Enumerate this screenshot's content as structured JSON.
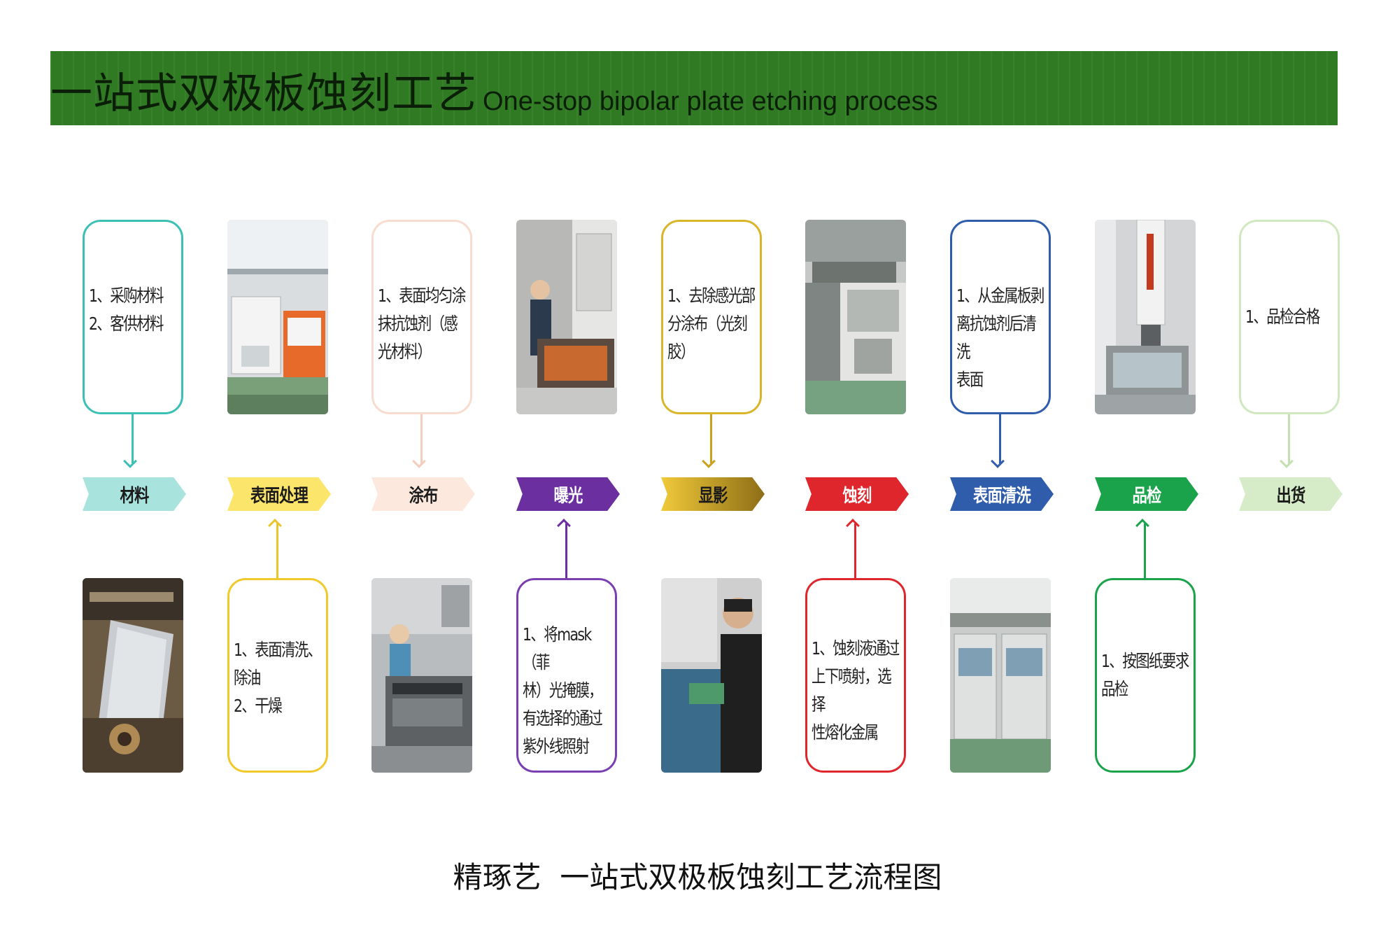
{
  "header": {
    "title_cn": "一站式双极板蚀刻工艺",
    "title_en": "One-stop bipolar plate etching process",
    "background": "#2f7a22"
  },
  "steps": [
    {
      "stage": "材料",
      "color": "#a9e3dd",
      "text_color": "#1b1b1b",
      "top_text": "1、采购材料\n2、客供材料"
    },
    {
      "stage": "表面处理",
      "color": "#fbe56a",
      "text_color": "#1b1b1b",
      "bottom_text": "1、表面清洗、\n除油\n2、干燥"
    },
    {
      "stage": "涂布",
      "color": "#fde8de",
      "text_color": "#1b1b1b",
      "top_text": "1、表面均匀涂\n抹抗蚀剂（感\n光材料）"
    },
    {
      "stage": "曝光",
      "color": "#6b2fa0",
      "text_color": "#ffffff",
      "bottom_text": "1、将mask（菲\n林）光掩膜，\n有选择的通过\n紫外线照射"
    },
    {
      "stage": "显影",
      "color": "#d9b52a",
      "text_color": "#1b1b1b",
      "top_text": "1、去除感光部\n分涂布（光刻\n胶）"
    },
    {
      "stage": "蚀刻",
      "color": "#e0262d",
      "text_color": "#ffffff",
      "bottom_text": "1、蚀刻液通过\n上下喷射，选择\n性熔化金属"
    },
    {
      "stage": "表面清洗",
      "color": "#2f5dac",
      "text_color": "#ffffff",
      "top_text": "1、从金属板剥\n离抗蚀剂后清洗\n表面"
    },
    {
      "stage": "品检",
      "color": "#1aa34a",
      "text_color": "#ffffff",
      "bottom_text": "1、按图纸要求\n品检"
    },
    {
      "stage": "出货",
      "color": "#d6ecc8",
      "text_color": "#1b1b1b",
      "top_text": "1、品检合格"
    }
  ],
  "photo_icons": [
    "production-line-photo",
    "worker-photo",
    "machine-photo"
  ],
  "footer": {
    "caption": "精琢艺  一站式双极板蚀刻工艺流程图"
  }
}
